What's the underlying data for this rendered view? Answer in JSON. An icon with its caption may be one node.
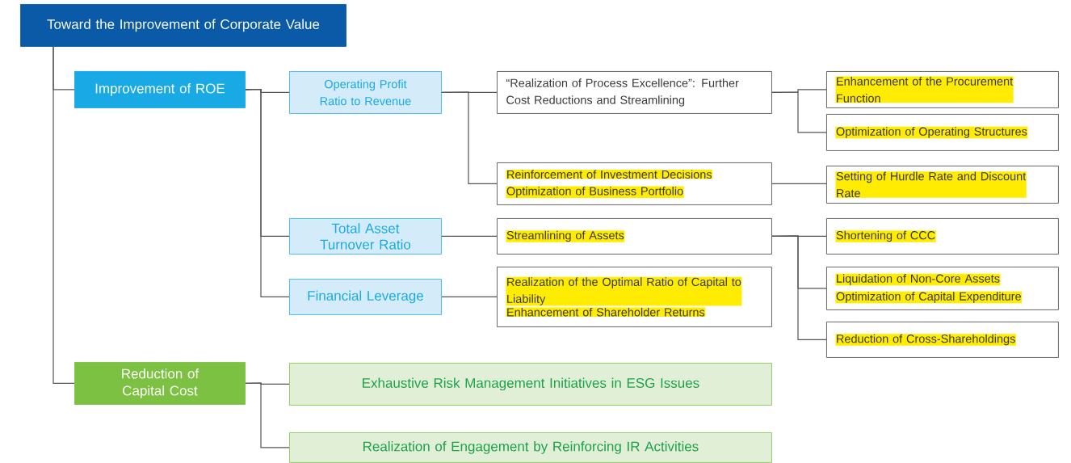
{
  "diagram": {
    "nodes": [
      {
        "text": [
          "Toward the Improvement of Corporate Value"
        ]
      },
      {
        "text": [
          "Improvement of ROE"
        ]
      },
      {
        "text": [
          "Operating Profit Ratio to Revenue"
        ]
      },
      {
        "text": [
          "“Realization of Process Excellence”: Further Cost Reductions and Streamlining"
        ]
      },
      {
        "text": [
          "Enhancement of the Procurement Function"
        ]
      },
      {
        "text": [
          "Optimization of Operating Structures"
        ]
      },
      {
        "text": [
          "Reinforcement of Investment Decisions",
          "Optimization of Business Portfolio"
        ]
      },
      {
        "text": [
          "Setting of Hurdle Rate and Discount Rate"
        ]
      },
      {
        "text": [
          "Total Asset Turnover Ratio"
        ]
      },
      {
        "text": [
          "Streamlining of Assets"
        ]
      },
      {
        "text": [
          "Shortening of CCC"
        ]
      },
      {
        "text": [
          "Liquidation of Non-Core Assets",
          "Optimization of Capital Expenditure"
        ]
      },
      {
        "text": [
          "Reduction of Cross-Shareholdings"
        ]
      },
      {
        "text": [
          "Financial Leverage"
        ]
      },
      {
        "text": [
          "Realization of the Optimal Ratio of Capital to Liability",
          "Enhancement of Shareholder Returns"
        ]
      },
      {
        "text": [
          "Reduction of Capital Cost"
        ]
      },
      {
        "text": [
          "Exhaustive Risk Management Initiatives in ESG Issues"
        ]
      },
      {
        "text": [
          "Realization of Engagement by Reinforcing IR Activities"
        ]
      }
    ],
    "edges": [
      {
        "from": 0,
        "to": 1,
        "arrow": "none"
      },
      {
        "from": 0,
        "to": 15,
        "arrow": "none"
      },
      {
        "from": 1,
        "to": 2,
        "arrow": "none"
      },
      {
        "from": 1,
        "to": 8,
        "arrow": "none"
      },
      {
        "from": 1,
        "to": 13,
        "arrow": "none"
      },
      {
        "from": 2,
        "to": 3,
        "arrow": "none"
      },
      {
        "from": 2,
        "to": 6,
        "arrow": "none"
      },
      {
        "from": 3,
        "to": 4,
        "arrow": "none"
      },
      {
        "from": 3,
        "to": 5,
        "arrow": "none"
      },
      {
        "from": 6,
        "to": 7,
        "arrow": "none"
      },
      {
        "from": 8,
        "to": 9,
        "arrow": "none"
      },
      {
        "from": 9,
        "to": 10,
        "arrow": "none"
      },
      {
        "from": 9,
        "to": 11,
        "arrow": "none"
      },
      {
        "from": 9,
        "to": 12,
        "arrow": "none"
      },
      {
        "from": 13,
        "to": 14,
        "arrow": "none"
      },
      {
        "from": 15,
        "to": 16,
        "arrow": "none"
      },
      {
        "from": 15,
        "to": 17,
        "arrow": "none"
      }
    ]
  }
}
